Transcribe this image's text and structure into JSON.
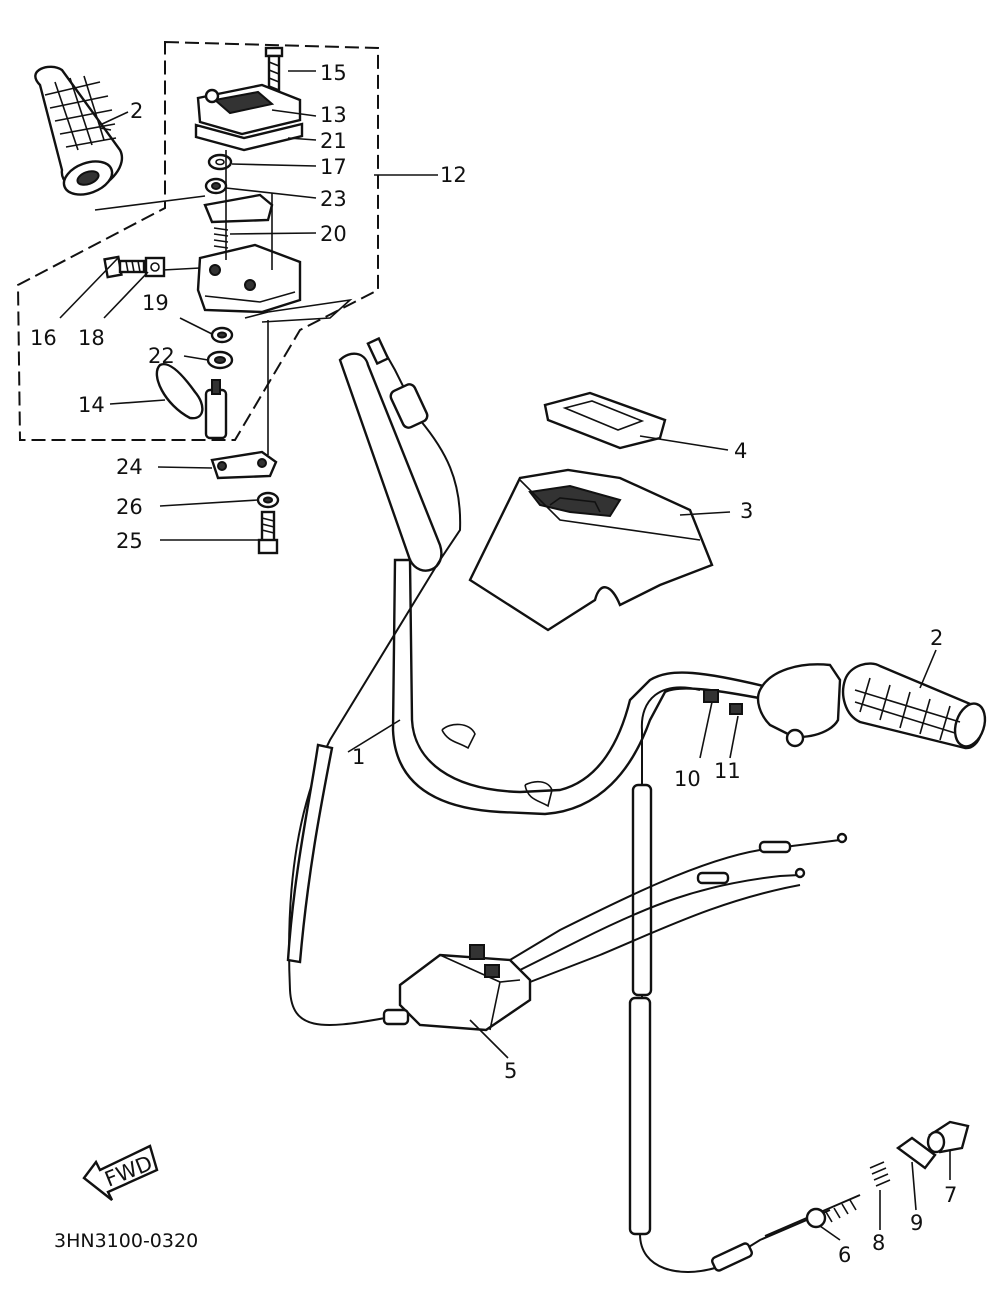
{
  "diagram_code": "3HN3100-0320",
  "fwd_label": "FWD",
  "labels": {
    "p1": "1",
    "p2_left": "2",
    "p2_right": "2",
    "p3": "3",
    "p4": "4",
    "p5": "5",
    "p6": "6",
    "p7": "7",
    "p8": "8",
    "p9": "9",
    "p10": "10",
    "p11": "11",
    "p12": "12",
    "p13": "13",
    "p14": "14",
    "p15": "15",
    "p16": "16",
    "p17": "17",
    "p18": "18",
    "p19": "19",
    "p20": "20",
    "p21": "21",
    "p22": "22",
    "p23": "23",
    "p24": "24",
    "p25": "25",
    "p26": "26"
  }
}
